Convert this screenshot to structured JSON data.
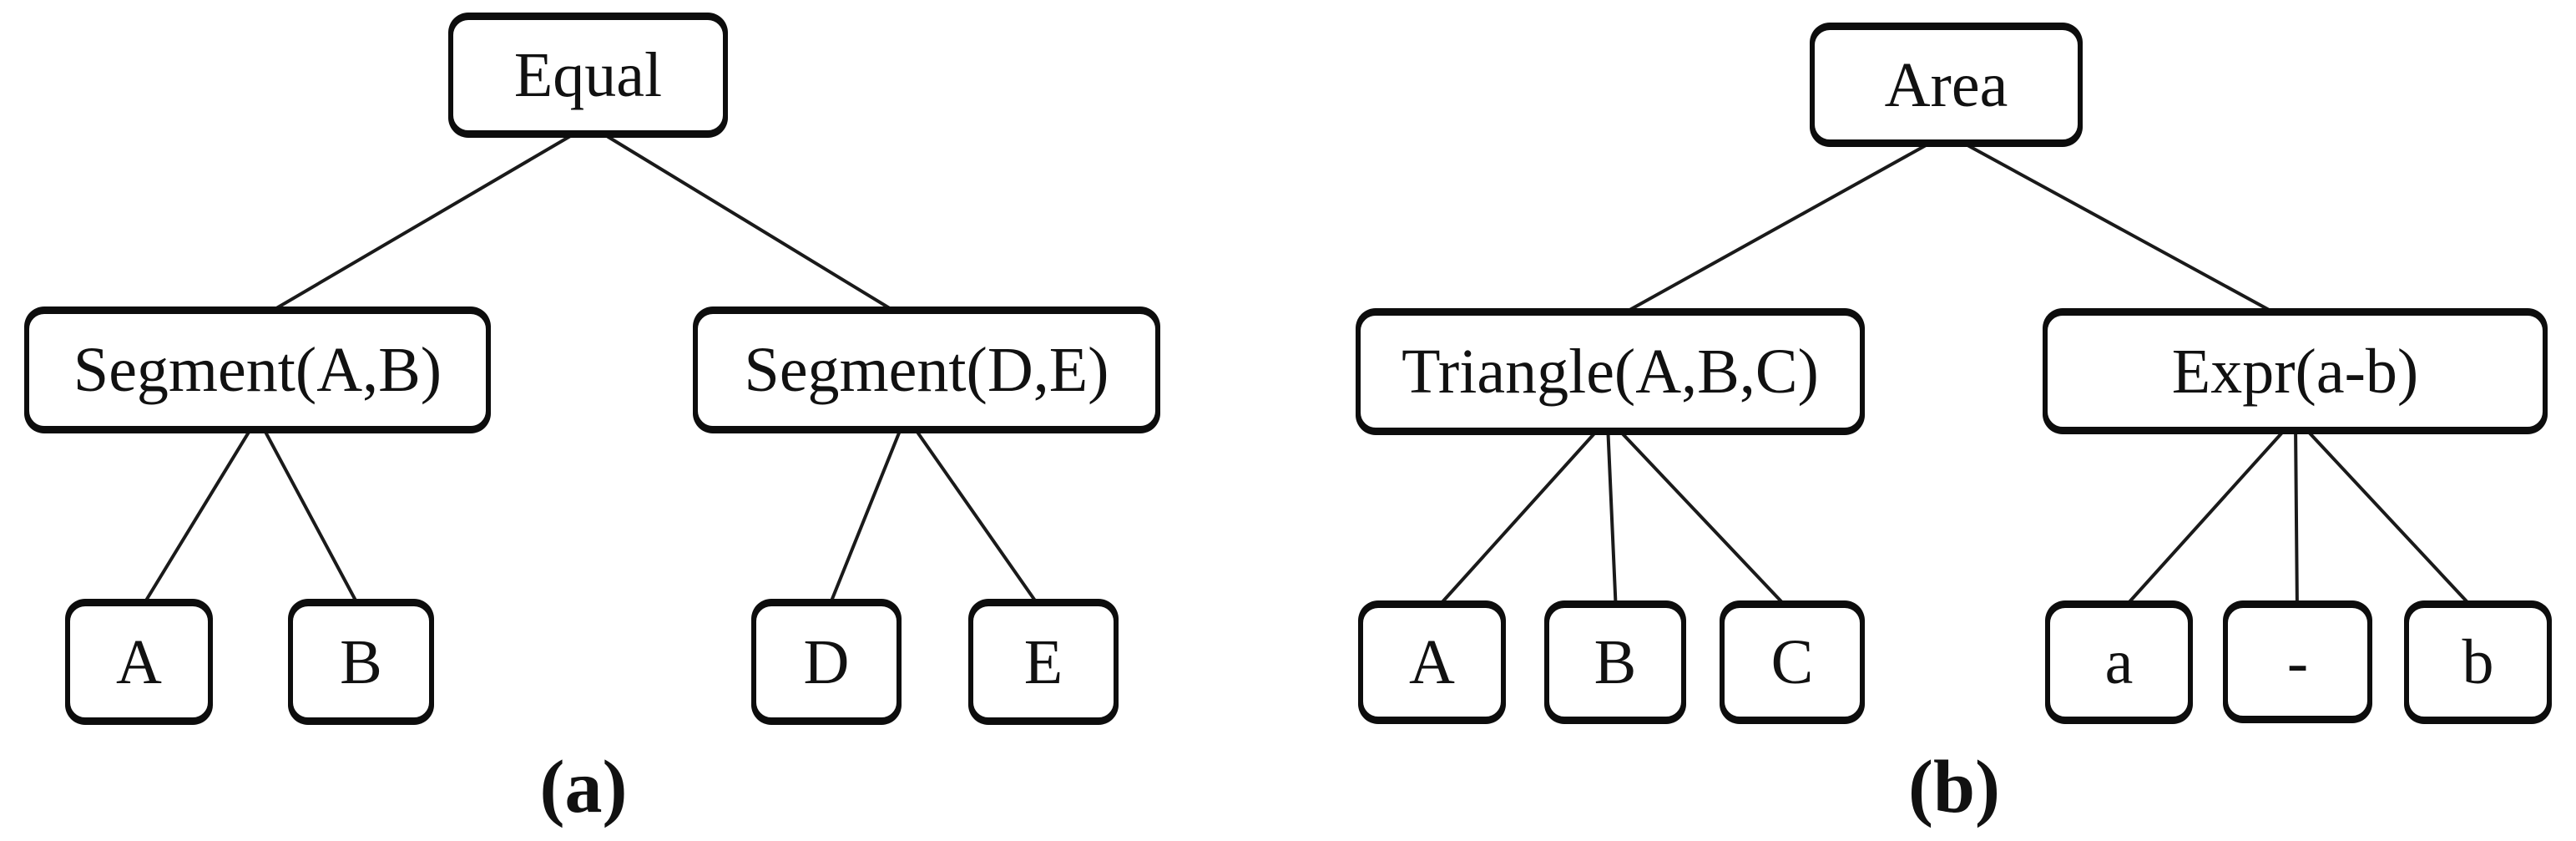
{
  "colors": {
    "background": "#ffffff",
    "line": "#1a1a1a",
    "box_border": "#0d0d0d",
    "text": "#111111"
  },
  "diagram": {
    "type": "tree",
    "description_visible_text_only": "Two expression-tree panels",
    "panels": [
      {
        "id": "a",
        "caption": "(a)",
        "nodes": [
          {
            "id": "equal",
            "label": "Equal"
          },
          {
            "id": "segment-ab",
            "label": "Segment(A,B)"
          },
          {
            "id": "segment-de",
            "label": "Segment(D,E)"
          },
          {
            "id": "leaf-A",
            "label": "A"
          },
          {
            "id": "leaf-B",
            "label": "B"
          },
          {
            "id": "leaf-D",
            "label": "D"
          },
          {
            "id": "leaf-E",
            "label": "E"
          }
        ],
        "edges": [
          [
            "Equal",
            "Segment(A,B)"
          ],
          [
            "Equal",
            "Segment(D,E)"
          ],
          [
            "Segment(A,B)",
            "A"
          ],
          [
            "Segment(A,B)",
            "B"
          ],
          [
            "Segment(D,E)",
            "D"
          ],
          [
            "Segment(D,E)",
            "E"
          ]
        ]
      },
      {
        "id": "b",
        "caption": "(b)",
        "nodes": [
          {
            "id": "area",
            "label": "Area"
          },
          {
            "id": "triangle-abc",
            "label": "Triangle(A,B,C)"
          },
          {
            "id": "expr-a-minus-b",
            "label": "Expr(a-b)"
          },
          {
            "id": "leaf-A",
            "label": "A"
          },
          {
            "id": "leaf-B",
            "label": "B"
          },
          {
            "id": "leaf-C",
            "label": "C"
          },
          {
            "id": "leaf-a",
            "label": "a"
          },
          {
            "id": "leaf-minus",
            "label": "-"
          },
          {
            "id": "leaf-b",
            "label": "b"
          }
        ],
        "edges": [
          [
            "Area",
            "Triangle(A,B,C)"
          ],
          [
            "Area",
            "Expr(a-b)"
          ],
          [
            "Triangle(A,B,C)",
            "A"
          ],
          [
            "Triangle(A,B,C)",
            "B"
          ],
          [
            "Triangle(A,B,C)",
            "C"
          ],
          [
            "Expr(a-b)",
            "a"
          ],
          [
            "Expr(a-b)",
            "-"
          ],
          [
            "Expr(a-b)",
            "b"
          ]
        ]
      }
    ]
  }
}
